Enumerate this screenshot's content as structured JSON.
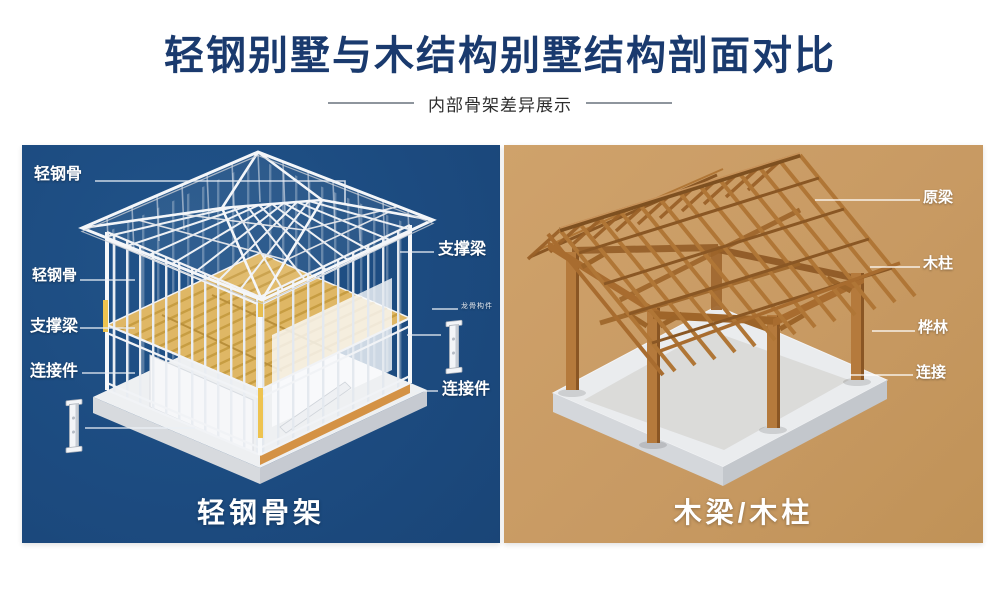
{
  "header": {
    "title": "轻钢别墅与木结构别墅结构剖面对比",
    "subtitle": "内部骨架差异展示"
  },
  "left_panel": {
    "caption": "轻钢骨架",
    "labels_left": [
      "轻钢骨",
      "轻钢骨",
      "支撑梁",
      "连接件"
    ],
    "labels_right": [
      "支撑梁",
      "龙骨构件",
      "连接件"
    ]
  },
  "right_panel": {
    "caption": "木梁/木柱",
    "labels": [
      "原梁",
      "木柱",
      "桦林",
      "连接"
    ]
  },
  "icons": {
    "left_panel_connector": "steel-stud-connector-icon",
    "right_panel_connector": "steel-stud-connector-icon"
  },
  "colors": {
    "title": "#1a3a6e",
    "panel_blue": "#1c4b80",
    "panel_tan": "#c89a63",
    "steel_frame": "#eef1f5",
    "wood_frame": "#b07636",
    "floor_joist": "#dfb765",
    "label_text": "#ffffff"
  }
}
